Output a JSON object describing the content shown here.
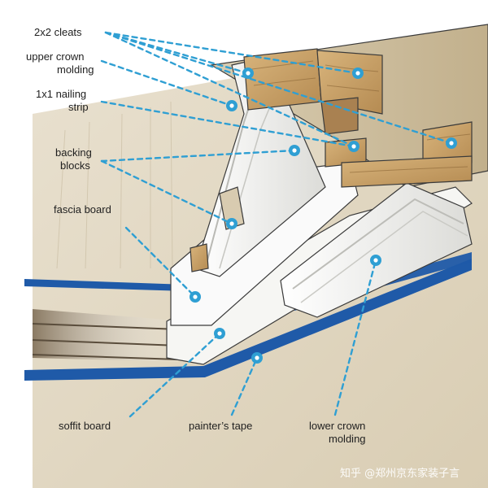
{
  "labels": [
    {
      "id": "cleats",
      "lines": [
        "2x2 cleats"
      ]
    },
    {
      "id": "upper_crown",
      "lines": [
        "upper crown",
        "molding"
      ]
    },
    {
      "id": "nailing_strip",
      "lines": [
        "1x1 nailing",
        "strip"
      ]
    },
    {
      "id": "backing_blocks",
      "lines": [
        "backing",
        "blocks"
      ]
    },
    {
      "id": "fascia_board",
      "lines": [
        "fascia board"
      ]
    },
    {
      "id": "soffit_board",
      "lines": [
        "soffit board"
      ]
    },
    {
      "id": "painters_tape",
      "lines": [
        "painter’s tape"
      ]
    },
    {
      "id": "lower_crown",
      "lines": [
        "lower crown",
        "molding"
      ]
    }
  ],
  "watermark": "知乎 @郑州京东家装子言",
  "colors": {
    "leader": "#2f9fd3",
    "tape": "#1f5aa8",
    "wood": "#c9a36b",
    "molding": "#f4f4f2",
    "wall": "#e7dfcf",
    "ceiling": "#cdbda0"
  }
}
